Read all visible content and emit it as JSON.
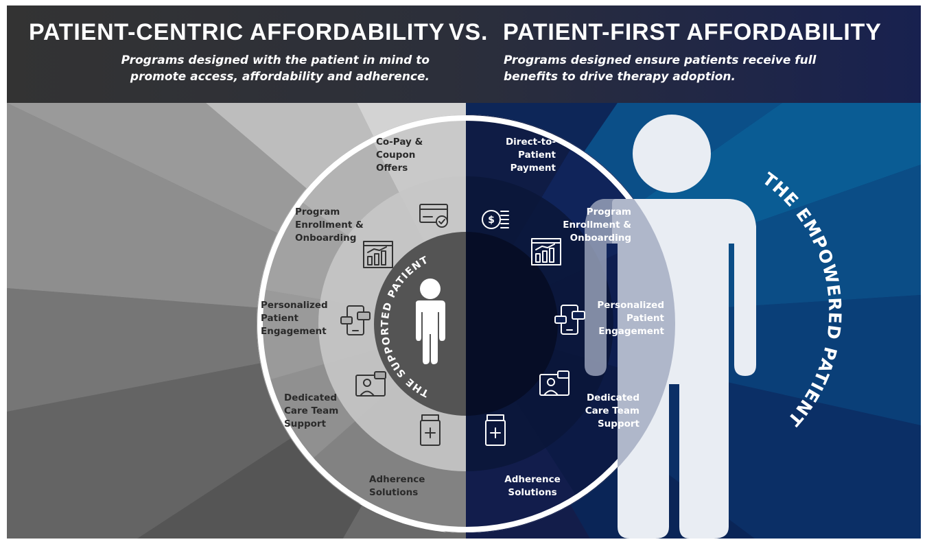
{
  "header": {
    "left_title": "PATIENT-CENTRIC AFFORDABILITY",
    "vs": "VS.",
    "right_title": "PATIENT-FIRST AFFORDABILITY",
    "left_subtitle": "Programs designed with the patient in mind to promote access, affordability and adherence.",
    "right_subtitle": "Programs designed ensure patients receive full benefits to drive therapy adoption."
  },
  "supported_side": {
    "arc_label": "THE SUPPORTED PATIENT",
    "items": [
      {
        "label": "Co-Pay &\nCoupon\nOffers",
        "icon": "credit-card-icon"
      },
      {
        "label": "Program\nEnrollment &\nOnboarding",
        "icon": "dashboard-chart-icon"
      },
      {
        "label": "Personalized\nPatient\nEngagement",
        "icon": "mobile-chat-icon"
      },
      {
        "label": "Dedicated\nCare Team\nSupport",
        "icon": "video-call-icon"
      },
      {
        "label": "Adherence\nSolutions",
        "icon": "pill-bottle-icon"
      }
    ]
  },
  "empowered_side": {
    "arc_label": "THE EMPOWERED PATIENT",
    "items": [
      {
        "label": "Direct-to-\nPatient\nPayment",
        "icon": "money-stack-icon"
      },
      {
        "label": "Program\nEnrollment &\nOnboarding",
        "icon": "dashboard-chart-icon"
      },
      {
        "label": "Personalized\nPatient\nEngagement",
        "icon": "mobile-chat-icon"
      },
      {
        "label": "Dedicated\nCare Team\nSupport",
        "icon": "video-call-icon"
      },
      {
        "label": "Adherence\nSolutions",
        "icon": "pill-bottle-icon"
      }
    ]
  },
  "colors": {
    "header_left": "#333333",
    "header_right": "#1a2350",
    "supported_gray": "#8a8a8a",
    "empowered_navy": "#0c1e4a",
    "empowered_blue": "#0a4e86",
    "person": "#ffffff"
  }
}
